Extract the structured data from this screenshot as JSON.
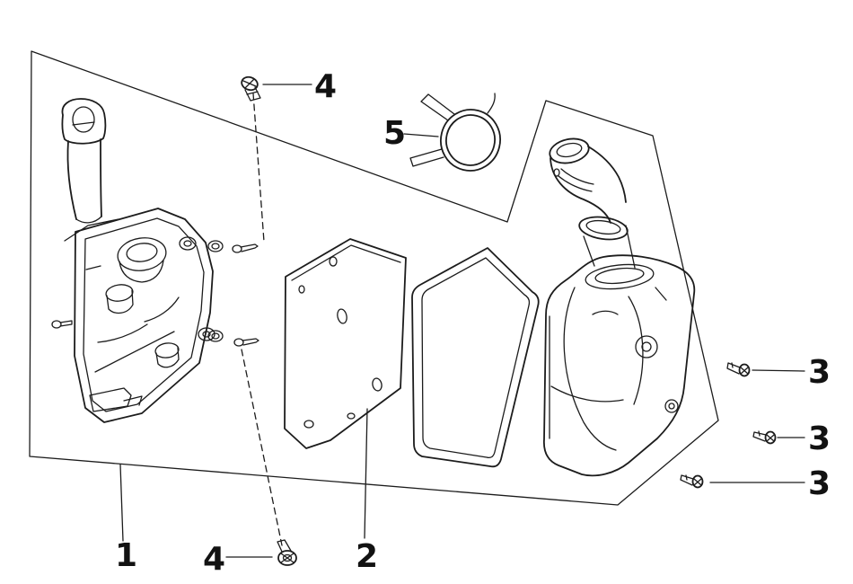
{
  "figure": {
    "kind": "exploded-parts-diagram",
    "background_color": "#ffffff",
    "line_color": "#1c1c1c",
    "label_color": "#121212",
    "callouts": {
      "c1": {
        "text": "1"
      },
      "c2": {
        "text": "2"
      },
      "c3a": {
        "text": "3"
      },
      "c3b": {
        "text": "3"
      },
      "c3c": {
        "text": "3"
      },
      "c4a": {
        "text": "4"
      },
      "c4b": {
        "text": "4"
      },
      "c5": {
        "text": "5"
      }
    }
  }
}
